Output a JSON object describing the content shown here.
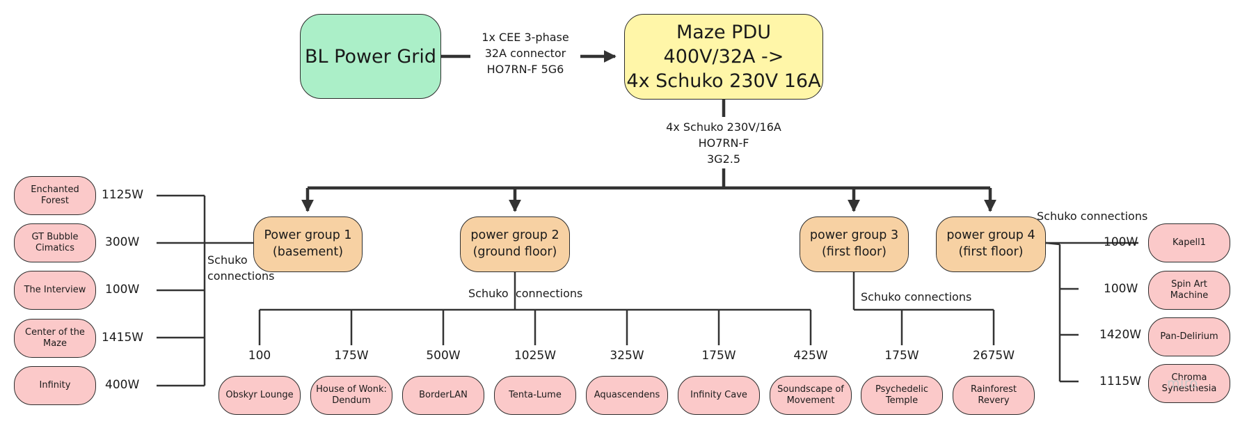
{
  "source": {
    "label": "BL Power Grid"
  },
  "pdu": {
    "line1": "Maze PDU",
    "line2": "400V/32A ->",
    "line3": "4x Schuko 230V 16A"
  },
  "feed_label": {
    "line1": "1x CEE 3-phase",
    "line2": "32A connector",
    "line3": "HO7RN-F 5G6"
  },
  "trunk_label": {
    "line1": "4x Schuko 230V/16A",
    "line2": "HO7RN-F",
    "line3": "3G2.5"
  },
  "groups": [
    {
      "line1": "Power group 1",
      "line2": "(basement)",
      "conn_line1": "Schuko",
      "conn_line2": "connections"
    },
    {
      "line1": "power group 2",
      "line2": "(ground floor)",
      "conn_label": "Schuko  connections"
    },
    {
      "line1": "power group 3",
      "line2": "(first floor)",
      "conn_label": "Schuko connections"
    },
    {
      "line1": "power group 4",
      "line2": "(first floor)",
      "conn_label": "Schuko connections"
    }
  ],
  "group1_devices": [
    {
      "name": "Enchanted Forest",
      "watt": "1125W"
    },
    {
      "name": "GT Bubble Cimatics",
      "watt": "300W"
    },
    {
      "name": "The Interview",
      "watt": "100W"
    },
    {
      "name": "Center of the Maze",
      "watt": "1415W"
    },
    {
      "name": "Infinity",
      "watt": "400W"
    }
  ],
  "group2_devices": [
    {
      "name": "Obskyr Lounge",
      "watt": "100"
    },
    {
      "name": "House of Wonk: Dendum",
      "watt": "175W"
    },
    {
      "name": "BorderLAN",
      "watt": "500W"
    },
    {
      "name": "Tenta-Lume",
      "watt": "1025W"
    },
    {
      "name": "Aquascendens",
      "watt": "325W"
    },
    {
      "name": "Infinity Cave",
      "watt": "175W"
    },
    {
      "name": "Soundscape of Movement",
      "watt": "425W"
    }
  ],
  "group3_devices": [
    {
      "name": "Psychedelic Temple",
      "watt": "175W"
    },
    {
      "name": "Rainforest Revery",
      "watt": "2675W"
    }
  ],
  "group4_devices": [
    {
      "name": "Kapell1",
      "watt": "100W"
    },
    {
      "name": "Spin Art Machine",
      "watt": "100W"
    },
    {
      "name": "Pan-Delirium",
      "watt": "1420W"
    },
    {
      "name": "Chroma Synesthesia",
      "watt": "1115W"
    }
  ],
  "watermark": "miro",
  "colors": {
    "line": "#333333",
    "source": "#abefc8",
    "pdu": "#fff6a8",
    "group": "#f7d1a3",
    "device": "#fbc9c9"
  }
}
